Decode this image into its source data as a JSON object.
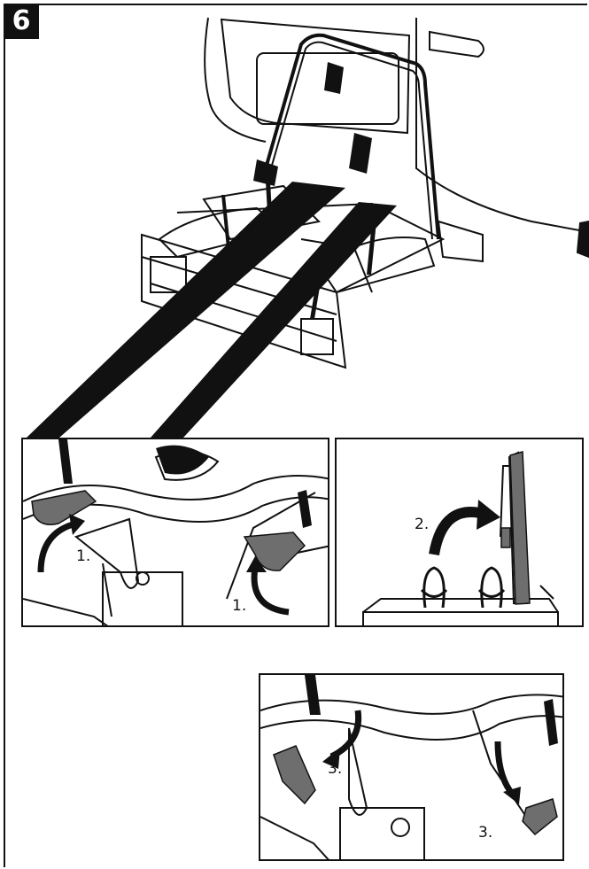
{
  "step": {
    "number": "6"
  },
  "panel_a": {
    "label_left": "1.",
    "label_right": "1."
  },
  "panel_b": {
    "label": "2."
  },
  "panel_c": {
    "label_left": "3.",
    "label_right": "3."
  },
  "colors": {
    "ink": "#111111",
    "lever_fill": "#6e6e6e",
    "line": "#222222"
  }
}
